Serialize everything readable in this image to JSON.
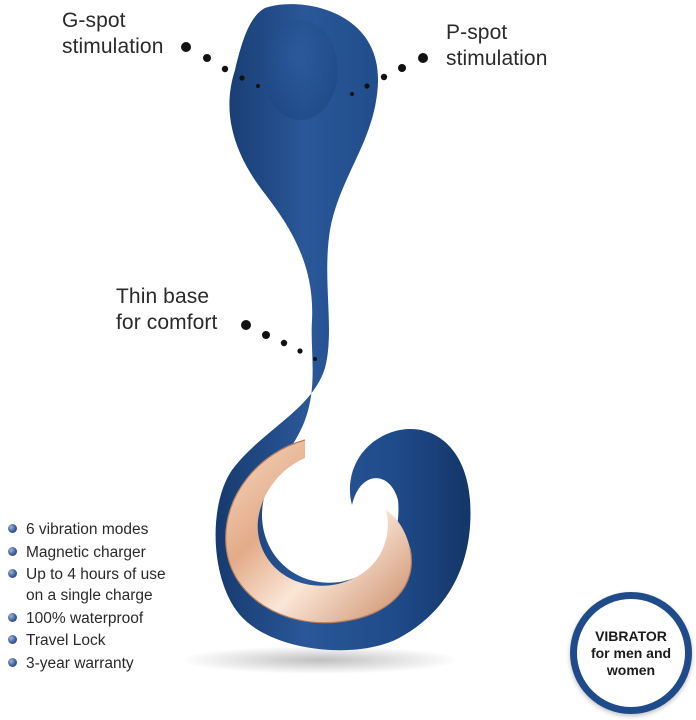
{
  "callouts": {
    "g_spot": {
      "line1": "G-spot",
      "line2": "stimulation"
    },
    "p_spot": {
      "line1": "P-spot",
      "line2": "stimulation"
    },
    "thin_base": {
      "line1": "Thin base",
      "line2": "for comfort"
    }
  },
  "features": [
    {
      "line1": "6 vibration modes"
    },
    {
      "line1": "Magnetic charger"
    },
    {
      "line1": "Up to 4 hours of use",
      "line2": "on a single charge"
    },
    {
      "line1": "100% waterproof"
    },
    {
      "line1": "Travel Lock"
    },
    {
      "line1": "3-year warranty"
    }
  ],
  "badge": {
    "line1": "VIBRATOR",
    "line2": "for men and",
    "line3": "women"
  },
  "colors": {
    "body": "#1f4b8a",
    "accent_gold": "#e0a98a",
    "badge_ring": "#1f4b8a"
  }
}
